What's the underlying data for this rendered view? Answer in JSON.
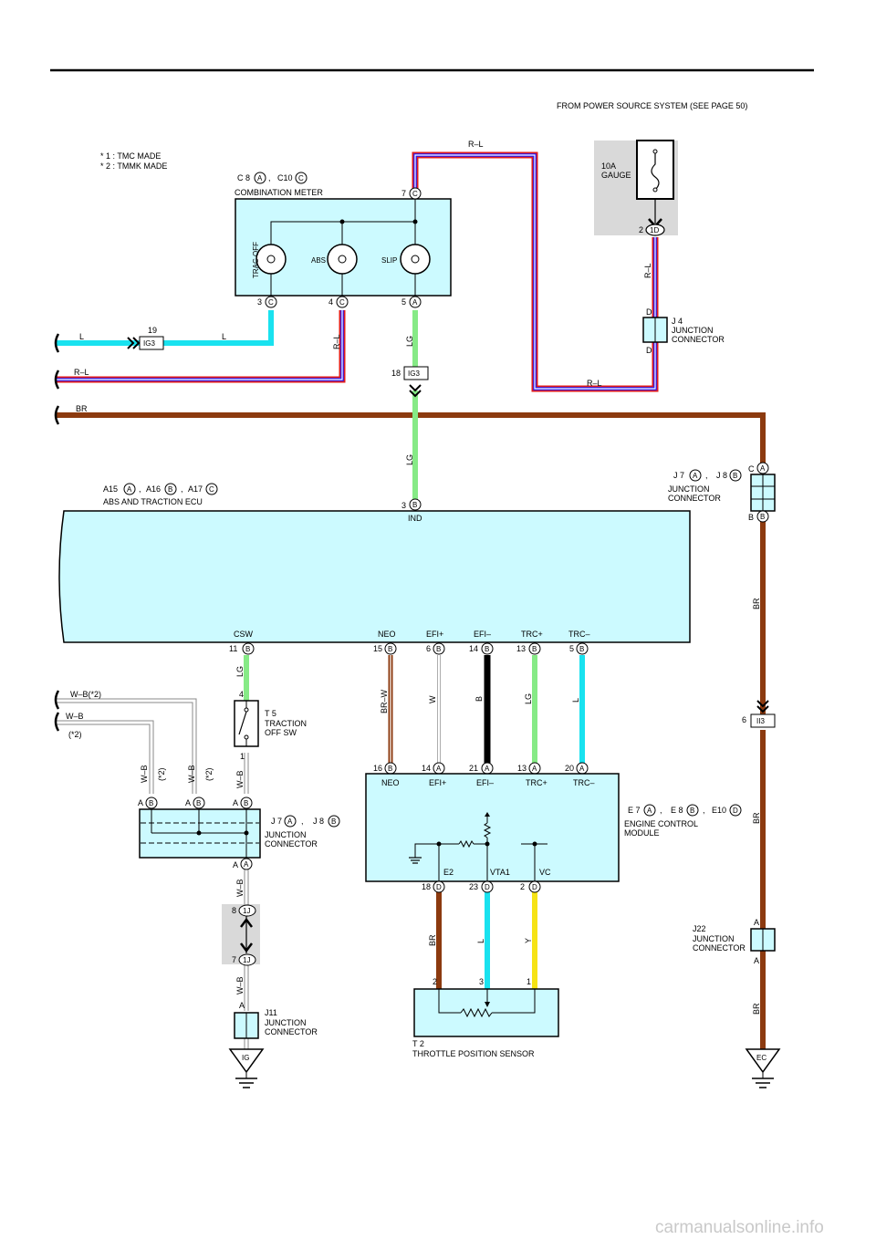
{
  "header": {
    "power_source": "FROM POWER SOURCE SYSTEM (SEE PAGE 50)",
    "note1": "* 1 : TMC MADE",
    "note2": "* 2 : TMMK MADE"
  },
  "fuse": {
    "amp": "10A",
    "name": "GAUGE",
    "pin": "2",
    "conn": "1D"
  },
  "meter": {
    "code1": "C 8",
    "letter1": "A",
    "sep": ",",
    "code2": "C10",
    "letter2": "C",
    "title": "COMBINATION METER",
    "lamp1": "TRAC OFF",
    "lamp2": "ABS",
    "lamp3": "SLIP",
    "top_pin": "7",
    "top_letter": "C",
    "p3": "3",
    "p3l": "C",
    "p4": "4",
    "p4l": "C",
    "p5": "5",
    "p5l": "A"
  },
  "j4": {
    "title": "J 4",
    "l1": "JUNCTION",
    "l2": "CONNECTOR",
    "pin": "D"
  },
  "wires": {
    "L": "L",
    "RL": "R–L",
    "BR": "BR",
    "LG": "LG",
    "W": "W",
    "B": "B",
    "Y": "Y",
    "BRW": "BR–W",
    "WB": "W–B",
    "WB2": "W–B(*2)",
    "star2": "(*2)"
  },
  "ig3": {
    "name": "IG3",
    "pin19": "19",
    "pin18": "18"
  },
  "ecu": {
    "c1": "A15",
    "l1": "A",
    "c2": "A16",
    "l2": "B",
    "c3": "A17",
    "l3": "C",
    "sep": ",",
    "title": "ABS AND TRACTION ECU",
    "ind_pin": "3",
    "ind_letter": "B",
    "ind": "IND",
    "csw": "CSW",
    "neo": "NEO",
    "efip": "EFI+",
    "efim": "EFI–",
    "trcp": "TRC+",
    "trcm": "TRC–",
    "pin_csw": "11",
    "pin_neo": "15",
    "pin_efip": "6",
    "pin_efim": "14",
    "pin_trcp": "13",
    "pin_trcm": "5",
    "letter": "B"
  },
  "j7j8": {
    "c1": "J 7",
    "l1": "A",
    "sep": ",",
    "c2": "J 8",
    "l2": "B",
    "t1": "JUNCTION",
    "t2": "CONNECTOR",
    "pC": "C",
    "pCl": "A",
    "pB": "B",
    "pBl": "B"
  },
  "ii3": {
    "name": "II3",
    "pin": "6"
  },
  "t5": {
    "title": "T 5",
    "l1": "TRACTION",
    "l2": "OFF SW",
    "pin4": "4",
    "pin1": "1"
  },
  "jc_left": {
    "c1": "J 7",
    "l1": "A",
    "sep": ",",
    "c2": "J 8",
    "l2": "B",
    "t1": "JUNCTION",
    "t2": "CONNECTOR",
    "pA": "A",
    "pAl": "B",
    "pBot": "A",
    "pBotl": "A"
  },
  "ecm": {
    "c1": "E 7",
    "l1": "A",
    "sep": ",",
    "c2": "E 8",
    "l2": "B",
    "c3": "E10",
    "l3": "D",
    "t1": "ENGINE CONTROL",
    "t2": "MODULE",
    "neo": "NEO",
    "efip": "EFI+",
    "efim": "EFI–",
    "trcp": "TRC+",
    "trcm": "TRC–",
    "p16": "16",
    "p16l": "B",
    "p14": "14",
    "p14l": "A",
    "p21": "21",
    "p21l": "A",
    "p13": "13",
    "p13l": "A",
    "p20": "20",
    "p20l": "A",
    "e2": "E2",
    "vta1": "VTA1",
    "vc": "VC",
    "p18": "18",
    "p23": "23",
    "p2": "2",
    "dl": "D"
  },
  "ij": {
    "pin8": "8",
    "pin7": "7",
    "conn": "1J"
  },
  "j11": {
    "title": "J11",
    "t1": "JUNCTION",
    "t2": "CONNECTOR",
    "pin": "A",
    "ground": "IG"
  },
  "j22": {
    "title": "J22",
    "t1": "JUNCTION",
    "t2": "CONNECTOR",
    "pin": "A",
    "ground": "EC"
  },
  "tps": {
    "title": "T 2",
    "name": "THROTTLE POSITION SENSOR",
    "p2": "2",
    "p3": "3",
    "p1": "1"
  },
  "watermark": "carmanualsonline.info",
  "colors": {
    "red": "#e01b1b",
    "blue": "#1a1aff",
    "brown": "#8c3a0f",
    "lg": "#86ea86",
    "cyan": "#19e2ef",
    "yellow": "#f6e315",
    "black": "#000000",
    "panel": "#ccfaff",
    "gray": "#d9d9d9"
  }
}
